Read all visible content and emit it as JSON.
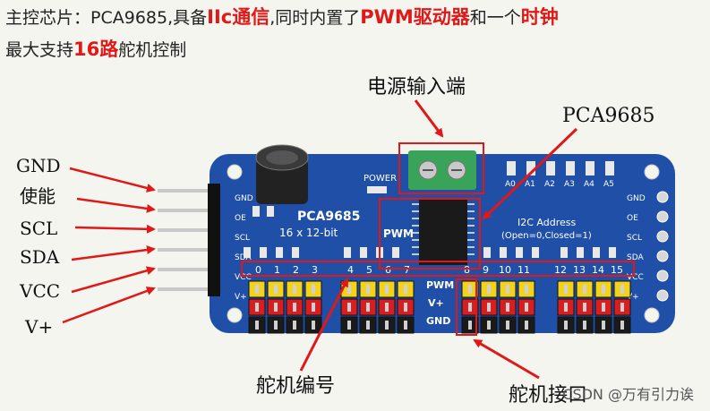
{
  "headline": {
    "line1": [
      {
        "text": "主控芯片：",
        "hi": false
      },
      {
        "text": "PCA9685",
        "hi": false
      },
      {
        "text": ",具备",
        "hi": false
      },
      {
        "text": "IIc通信",
        "hi": true
      },
      {
        "text": ",同时内置了",
        "hi": false
      },
      {
        "text": "PWM驱动器",
        "hi": true
      },
      {
        "text": "和一个",
        "hi": false
      },
      {
        "text": "时钟",
        "hi": true
      }
    ],
    "line2": [
      {
        "text": "最大支持",
        "hi": false
      },
      {
        "text": "16路",
        "hi": true
      },
      {
        "text": "舵机控制",
        "hi": false
      }
    ]
  },
  "pins_left": [
    "GND",
    "使能",
    "SCL",
    "SDA",
    "VCC",
    "V+"
  ],
  "callouts": {
    "power_input": "电源输入端",
    "chip": "PCA9685",
    "servo_numbers": "舵机编号",
    "servo_port": "舵机接口"
  },
  "board": {
    "chip_label": "PCA9685",
    "chip_sub": "16 x 12-bit",
    "pwm_label": "PWM",
    "power_label": "POWER",
    "i2c_label": "I2C Address",
    "i2c_sub": "(Open=0,Closed=1)",
    "addr_labels": [
      "A0",
      "A1",
      "A2",
      "A3",
      "A4",
      "A5"
    ],
    "side_left": [
      "GND",
      "OE",
      "SCL",
      "SDA",
      "VCC",
      "V+"
    ],
    "side_right": [
      "GND",
      "OE",
      "SCL",
      "SDA",
      "VCC",
      "V+"
    ],
    "channels": [
      "0",
      "1",
      "2",
      "3",
      "4",
      "5",
      "6",
      "7",
      "8",
      "9",
      "10",
      "11",
      "12",
      "13",
      "14",
      "15"
    ],
    "rail_labels": [
      "PWM",
      "V+",
      "GND"
    ]
  },
  "watermark": "CSDN @万有引力诶",
  "colors": {
    "board": "#1f4fa6",
    "highlight": "#e01818",
    "header_yellow": "#f2d21a",
    "header_red": "#d81e1e",
    "header_black": "#1a1a1a",
    "terminal_green": "#3aa35a"
  }
}
